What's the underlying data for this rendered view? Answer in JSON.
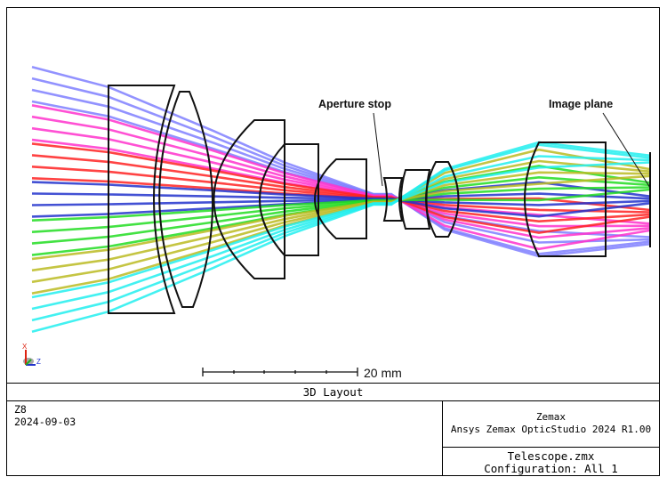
{
  "annotations": {
    "aperture_stop": "Aperture stop",
    "image_plane": "Image plane"
  },
  "scale_bar": {
    "label": "20 mm"
  },
  "axes_triad": {
    "x_label": "X",
    "z_label": "Z"
  },
  "footer": {
    "title": "3D Layout",
    "left_line1": "Z8",
    "left_line2": "2024-09-03",
    "vendor": "Zemax",
    "software": "Ansys Zemax OpticStudio 2024 R1.00",
    "file": "Telescope.zmx",
    "configuration": "Configuration: All 1"
  },
  "ray_colors": [
    "#7f7fff",
    "#ff33cc",
    "#ff2222",
    "#2233cc",
    "#22dd22",
    "#bbbb22",
    "#22eeee"
  ],
  "colors": {
    "lens_outline": "#111111",
    "frame": "#000000"
  }
}
